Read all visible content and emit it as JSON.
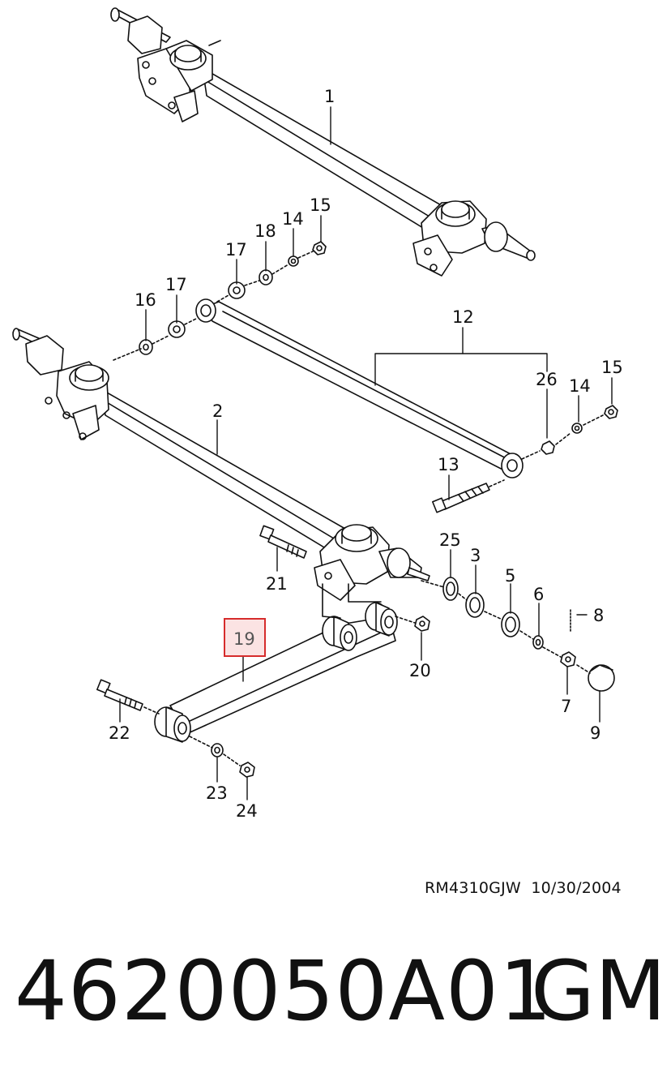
{
  "callouts": [
    {
      "label": "1"
    },
    {
      "label": "2"
    },
    {
      "label": "3"
    },
    {
      "label": "5"
    },
    {
      "label": "6"
    },
    {
      "label": "7"
    },
    {
      "label": "8"
    },
    {
      "label": "9"
    },
    {
      "label": "12"
    },
    {
      "label": "13"
    },
    {
      "label": "14"
    },
    {
      "label": "14"
    },
    {
      "label": "15"
    },
    {
      "label": "15"
    },
    {
      "label": "16"
    },
    {
      "label": "17"
    },
    {
      "label": "17"
    },
    {
      "label": "18"
    },
    {
      "label": "19"
    },
    {
      "label": "20"
    },
    {
      "label": "21"
    },
    {
      "label": "22"
    },
    {
      "label": "23"
    },
    {
      "label": "24"
    },
    {
      "label": "25"
    },
    {
      "label": "26"
    }
  ],
  "highlighted_callout": "19",
  "colors": {
    "highlight_border": "#d62c2c",
    "highlight_fill": "#fbe3e3",
    "ink": "#111111"
  },
  "reference": "RM4310GJW  10/30/2004",
  "part_number": "4620050A01",
  "brand": "GM"
}
